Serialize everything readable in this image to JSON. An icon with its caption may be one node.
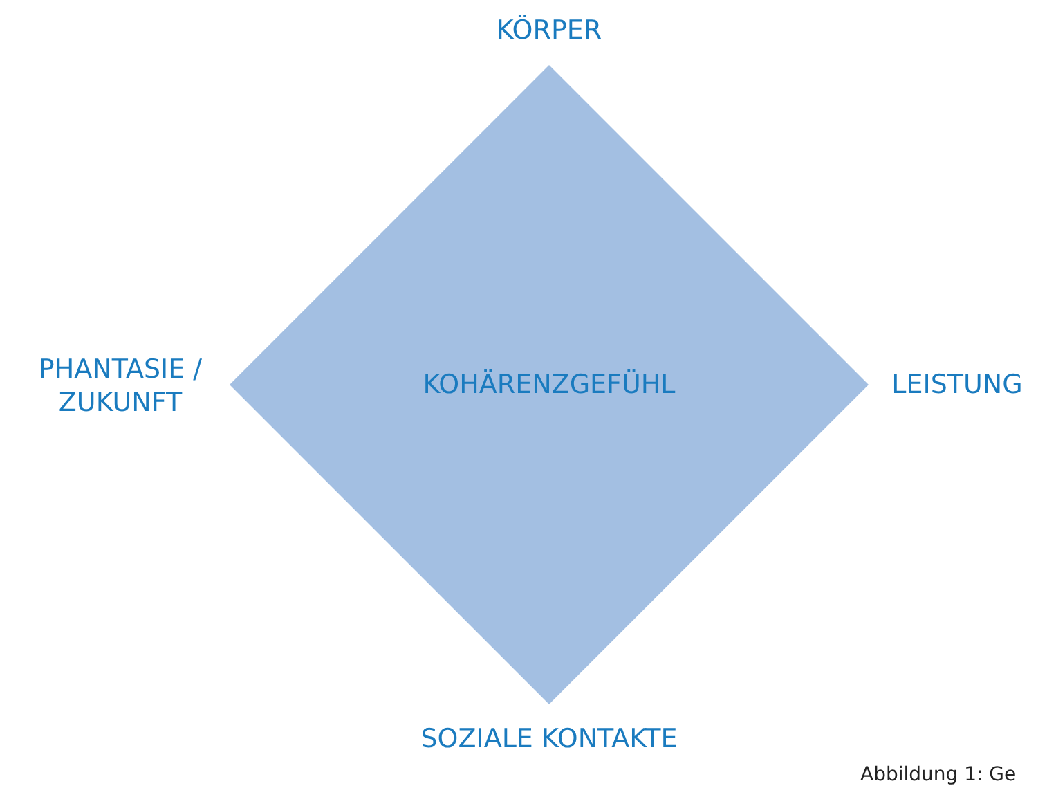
{
  "diagram": {
    "caption": "Abbildung 1: Ge",
    "nodes": [
      {
        "text": [
          "KOHÄRENZGEFÜHL"
        ]
      }
    ],
    "labels": [
      "KÖRPER",
      "PHANTASIE / ZUKUNFT",
      "LEISTUNG",
      "SOZIALE KONTAKTE"
    ]
  }
}
